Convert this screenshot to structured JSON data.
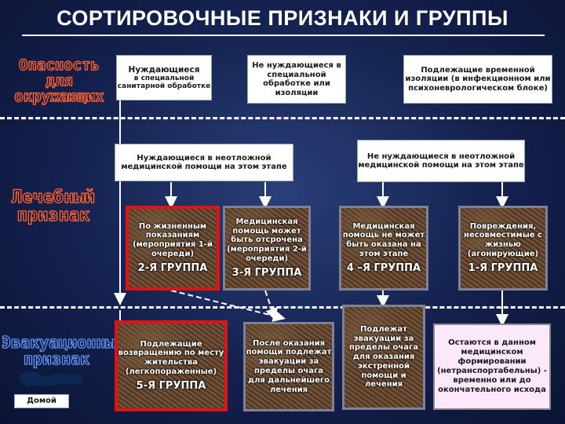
{
  "title": "СОРТИРОВОЧНЫЕ ПРИЗНАКИ И ГРУППЫ",
  "side_labels": {
    "danger": [
      "Опасность для",
      "окружающих"
    ],
    "treatment": [
      "Лечебный",
      "признак"
    ],
    "evacuation": [
      "Эвакуационный",
      "признак"
    ]
  },
  "danger_boxes": {
    "sanitary_title": "Нуждающиеся",
    "sanitary_text": "в специальной санитарной обработке",
    "no_special": "Не нуждающиеся в специальной обработке или изоляции",
    "isolation": "Подлежащие временной изоляции (в инфекционном или психоневрологическом блоке)"
  },
  "urgent_boxes": {
    "need": "Нуждающиеся в неотложной медицинской помощи на этом этапе",
    "no_need": "Не нуждающиеся в неотложной медицинской помощи на этом этапе"
  },
  "treatment_boxes": [
    {
      "text": "По жизненным показаниям (мероприятия 1-й очереди)",
      "group": "2-Я ГРУППА"
    },
    {
      "text": "Медицинская помощь может быть отсрочена (мероприятия 2-й очереди)",
      "group": "3-Я ГРУППА"
    },
    {
      "text": "Медицинская помощь не может быть оказана на этом этапе",
      "group": "4 –Я ГРУППА"
    },
    {
      "text": "Повреждения, несовместимые с жизнью (агонирующие)",
      "group": "1-Я ГРУППА"
    }
  ],
  "evac_boxes": {
    "return": {
      "text": "Подлежащие возвращению по месту жительства (легкопораженные)",
      "group": "5-Я ГРУППА"
    },
    "after_help": "После оказания помощи подлежат эвакуации за пределы очага для дальнейшего лечения",
    "subject_evac": "Подлежат эвакуации за пределы очага для оказания экстренной помощи и лечения",
    "remain": "Остаются в данном медицинском формировании (нетранспортабельны) - временно или до окончательного исхода"
  },
  "home_label": "Домой"
}
